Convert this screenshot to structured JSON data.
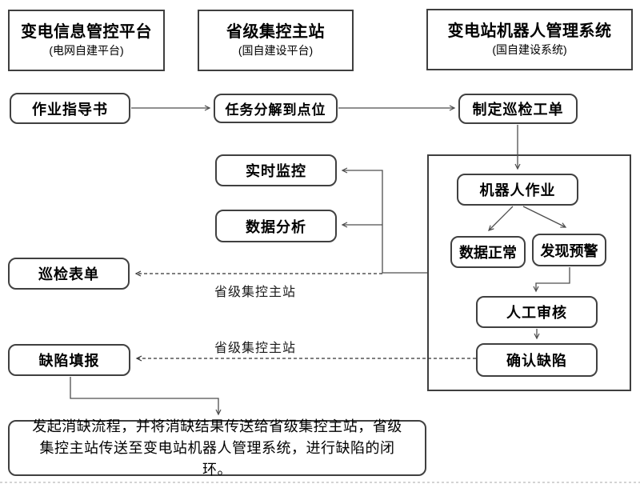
{
  "headers": [
    {
      "title": "变电信息管控平台",
      "subtitle": "(电网自建平台)"
    },
    {
      "title": "省级集控主站",
      "subtitle": "(国自建设平台)"
    },
    {
      "title": "变电站机器人管理系统",
      "subtitle": "(国自建设系统)"
    }
  ],
  "nodes": {
    "work_guide": "作业指导书",
    "task_decompose": "任务分解到点位",
    "create_order": "制定巡检工单",
    "realtime_monitor": "实时监控",
    "data_analysis": "数据分析",
    "inspection_form": "巡检表单",
    "defect_report": "缺陷填报",
    "robot_work": "机器人作业",
    "data_normal": "数据正常",
    "alert_found": "发现预警",
    "manual_review": "人工审核",
    "confirm_defect": "确认缺陷"
  },
  "labels": {
    "provincial_station_1": "省级集控主站",
    "provincial_station_2": "省级集控主站"
  },
  "footer_note": "发起消缺流程，并将消缺结果传送给省级集控主站，省级集控主站传送至变电站机器人管理系统，进行缺陷的闭环。",
  "colors": {
    "border": "#3f3f3f",
    "connector": "#4d4d4d",
    "dashed_connector": "#333333",
    "faint_rule": "#a8a8a8",
    "text": "#000000",
    "background": "#ffffff"
  }
}
